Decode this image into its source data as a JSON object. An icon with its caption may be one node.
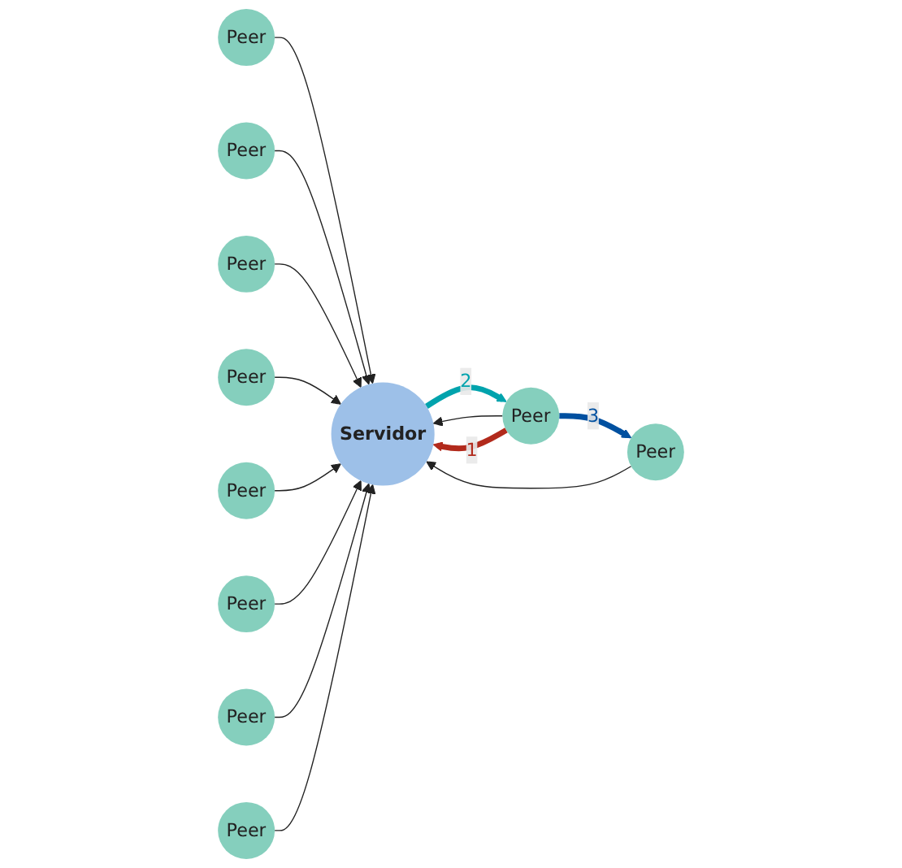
{
  "diagram": {
    "nodes": [
      {
        "text": [
          "Peer"
        ]
      },
      {
        "text": [
          "Peer"
        ]
      },
      {
        "text": [
          "Peer"
        ]
      },
      {
        "text": [
          "Peer"
        ]
      },
      {
        "text": [
          "Peer"
        ]
      },
      {
        "text": [
          "Servidor"
        ]
      },
      {
        "text": [
          "Peer"
        ]
      },
      {
        "text": [
          "Peer"
        ]
      },
      {
        "text": [
          "Peer"
        ]
      },
      {
        "text": [
          "Peer"
        ]
      },
      {
        "text": [
          "Peer"
        ]
      }
    ],
    "edges": [
      {
        "from": 0,
        "to": 5,
        "arrow": "to"
      },
      {
        "from": 1,
        "to": 5,
        "arrow": "to"
      },
      {
        "from": 2,
        "to": 5,
        "arrow": "to"
      },
      {
        "from": 3,
        "to": 5,
        "arrow": "to"
      },
      {
        "from": 4,
        "to": 5,
        "arrow": "to"
      },
      {
        "from": 6,
        "to": 5,
        "arrow": "to"
      },
      {
        "from": 7,
        "to": 5,
        "arrow": "to"
      },
      {
        "from": 8,
        "to": 5,
        "arrow": "to"
      },
      {
        "from": 9,
        "to": 5,
        "arrow": "to"
      },
      {
        "from": 10,
        "to": 5,
        "arrow": "to"
      },
      {
        "from": 4,
        "to": 5,
        "arrow": "to",
        "label": "1",
        "style": "thick",
        "color": "#b22a1c"
      },
      {
        "from": 5,
        "to": 4,
        "arrow": "to",
        "label": "2",
        "style": "thick",
        "color": "#00a3ad"
      },
      {
        "from": 4,
        "to": 2,
        "arrow": "to",
        "label": "3",
        "style": "thick",
        "color": "#0050a0"
      }
    ]
  }
}
